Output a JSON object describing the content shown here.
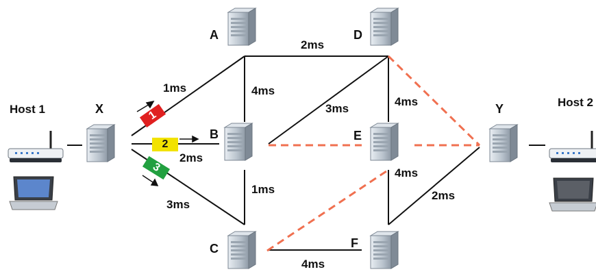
{
  "hosts": {
    "host1": "Host 1",
    "host2": "Host 2"
  },
  "nodes": {
    "x": "X",
    "a": "A",
    "b": "B",
    "c": "C",
    "d": "D",
    "e": "E",
    "f": "F",
    "y": "Y"
  },
  "links": {
    "x_a": "1ms",
    "x_b": "2ms",
    "x_c": "3ms",
    "a_d": "2ms",
    "a_b": "4ms",
    "b_c": "1ms",
    "b_d": "3ms",
    "d_e": "4ms",
    "e_f": "4ms",
    "f_y": "2ms",
    "c_f": "4ms"
  },
  "paths": [
    {
      "label": "1",
      "color": "#e02020"
    },
    {
      "label": "2",
      "color": "#f2e200"
    },
    {
      "label": "3",
      "color": "#22a040"
    }
  ],
  "colors": {
    "link": "#111111",
    "dashed": "#f07050"
  }
}
